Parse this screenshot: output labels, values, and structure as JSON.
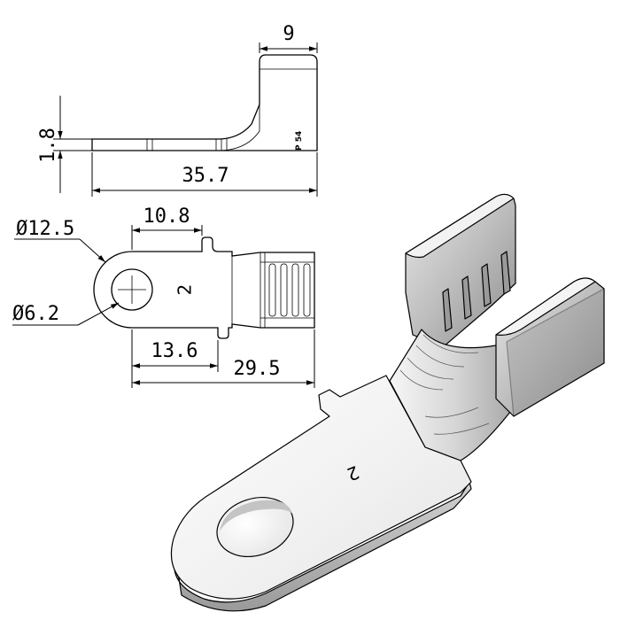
{
  "side_view": {
    "dim_top": "9",
    "dim_thickness": "1.8",
    "dim_length": "35.7",
    "stamp_mark": "P 54"
  },
  "top_view": {
    "dim_ring_diameter": "Ø12.5",
    "dim_hole_diameter": "Ø6.2",
    "dim_10_8": "10.8",
    "dim_13_6": "13.6",
    "dim_29_5": "29.5",
    "size_mark": "2"
  },
  "iso_view": {
    "size_mark": "2"
  },
  "colors": {
    "line": "#000000",
    "part_fill": "#ffffff",
    "iso_light": "#f4f4f4",
    "iso_mid": "#cfcfcf",
    "iso_dark": "#8a8a8a"
  }
}
